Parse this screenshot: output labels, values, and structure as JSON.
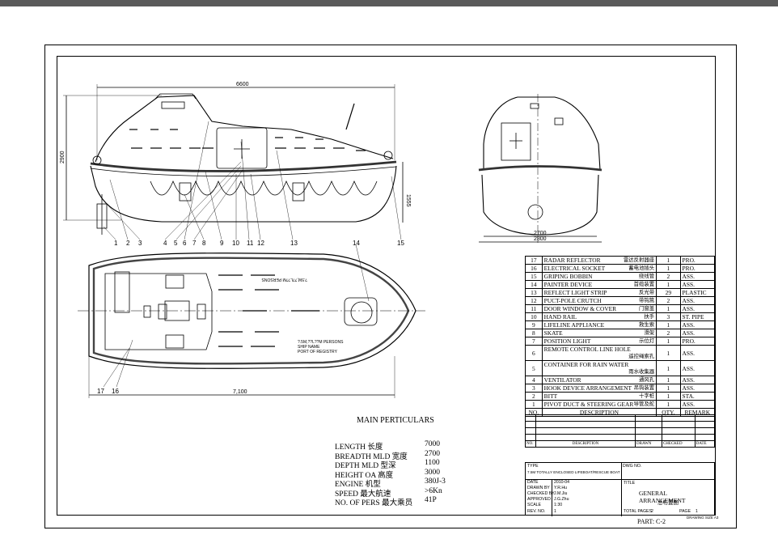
{
  "drawing": {
    "dim_length_top": "6600",
    "dim_height_side": "2900",
    "dim_freeboard": "1555",
    "dim_plan_length": "7,100",
    "dim_end_inner": "2700",
    "dim_end_outer": "2800",
    "callouts_side": [
      "1",
      "2",
      "3",
      "4",
      "5",
      "6",
      "7",
      "8",
      "9",
      "10",
      "11",
      "12",
      "13",
      "14",
      "15"
    ],
    "callouts_plan": [
      "17",
      "16"
    ],
    "registry_text": [
      "?.5M,??L??M PERSONS",
      "SHIP NAME",
      "PORT OF REGISTRY"
    ]
  },
  "parts_header": {
    "no": "NO.",
    "description": "DESCRIPTION",
    "qty": "QTY.",
    "remark": "REMARK"
  },
  "parts": [
    {
      "no": "17",
      "desc": "RADAR REFLECTOR",
      "cn": "雷达反射器座",
      "qty": "1",
      "remark": "PRO."
    },
    {
      "no": "16",
      "desc": "ELECTRICAL SOCKET",
      "cn": "蓄电池插头",
      "qty": "1",
      "remark": "PRO."
    },
    {
      "no": "15",
      "desc": "GRIPING BOBBIN",
      "cn": "绕线管",
      "qty": "2",
      "remark": "ASS."
    },
    {
      "no": "14",
      "desc": "PAINTER DEVICE",
      "cn": "首缆装置",
      "qty": "1",
      "remark": "ASS."
    },
    {
      "no": "13",
      "desc": "REFLECT LIGHT STRIP",
      "cn": "反光带",
      "qty": "29",
      "remark": "PLASTIC"
    },
    {
      "no": "12",
      "desc": "PUCT-POLE CRUTCH",
      "cn": "带钩篙",
      "qty": "2",
      "remark": "ASS."
    },
    {
      "no": "11",
      "desc": "DOOR WINDOW & COVER",
      "cn": "门窗盖",
      "qty": "1",
      "remark": "ASS."
    },
    {
      "no": "10",
      "desc": "HAND RAIL",
      "cn": "扶手",
      "qty": "3",
      "remark": "ST. PIPE"
    },
    {
      "no": "9",
      "desc": "LIFELINE APPLIANCE",
      "cn": "救生索",
      "qty": "1",
      "remark": "ASS."
    },
    {
      "no": "8",
      "desc": "SKATE",
      "cn": "滑架",
      "qty": "2",
      "remark": "ASS."
    },
    {
      "no": "7",
      "desc": "POSITION LIGHT",
      "cn": "示位灯",
      "qty": "1",
      "remark": "PRO."
    },
    {
      "no": "6",
      "desc": "REMOTE CONTROL LINE HOLE",
      "cn": "遥控绳索孔",
      "qty": "1",
      "remark": "ASS."
    },
    {
      "no": "5",
      "desc": "CONTAINER FOR RAIN WATER",
      "cn": "雨水收集器",
      "qty": "1",
      "remark": "ASS."
    },
    {
      "no": "4",
      "desc": "VENTILATOR",
      "cn": "通风孔",
      "qty": "1",
      "remark": "ASS."
    },
    {
      "no": "3",
      "desc": "HOOK DEVICE ARRANGEMENT",
      "cn": "吊钩装置",
      "qty": "1",
      "remark": "ASS."
    },
    {
      "no": "2",
      "desc": "BITT",
      "cn": "十字桩",
      "qty": "1",
      "remark": "STA."
    },
    {
      "no": "1",
      "desc": "PIVOT DUCT & STEERING GEAR",
      "cn": "导管及舵",
      "qty": "1",
      "remark": "ASS."
    }
  ],
  "revision": {
    "no": "NO.",
    "description": "DESCRIPTION",
    "drawn": "DRAWN",
    "checked": "CHECKED",
    "date": "DATE"
  },
  "main_particulars": {
    "title": "MAIN PERTICULARS",
    "rows": [
      {
        "label": "LENGTH 长度",
        "value": "7000"
      },
      {
        "label": "BREADTH MLD 宽度",
        "value": "2700"
      },
      {
        "label": "DEPTH MLD 型深",
        "value": "1100"
      },
      {
        "label": "HEIGHT OA 高度",
        "value": "3000"
      },
      {
        "label": "ENGINE 机型",
        "value": "380J-3"
      },
      {
        "label": "SPEED 最大航速",
        "value": ">6Kn"
      },
      {
        "label": "NO. OF PERS 最大乘员",
        "value": "41P"
      }
    ]
  },
  "title_block": {
    "type_label": "TYPE",
    "type_value": "7.5M TOTALLY ENCLOSED LIFEBOAT/RESCUE BOAT",
    "dwg_no_label": "DWG NO.",
    "date_label": "DATE",
    "date_value": "2010-04",
    "drawn_label": "DRAWN BY",
    "drawn_value": "Y.R.Hu",
    "checked_label": "CHECKED BY",
    "checked_value": "J.M.Jiu",
    "approved_label": "APPROVED",
    "approved_value": "J.G.Zhu",
    "scale_label": "SCALE",
    "scale_value": "1:30",
    "rev_label": "REV. NO.",
    "rev_value": "1",
    "title_label": "TITLE",
    "title_en": "GENERAL ARRANGEMENT",
    "title_cn": "总布置图",
    "total_pages_label": "TOTAL PAGES",
    "total_pages": "2",
    "page_label": "PAGE",
    "page": "1",
    "drawing_size_label": "DRAWING SIZE",
    "drawing_size": "A3",
    "part": "PART: C-2"
  }
}
